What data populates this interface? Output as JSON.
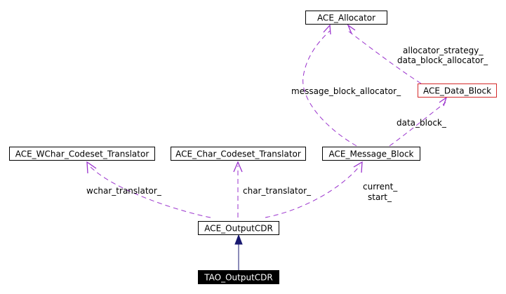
{
  "nodes": {
    "ace_allocator": "ACE_Allocator",
    "ace_data_block": "ACE_Data_Block",
    "ace_wchar_codeset_translator": "ACE_WChar_Codeset_Translator",
    "ace_char_codeset_translator": "ACE_Char_Codeset_Translator",
    "ace_message_block": "ACE_Message_Block",
    "ace_outputcdr": "ACE_OutputCDR",
    "tao_outputcdr": "TAO_OutputCDR"
  },
  "edge_labels": {
    "allocator_strategy": "allocator_strategy_",
    "data_block_allocator": "data_block_allocator_",
    "message_block_allocator": "message_block_allocator_",
    "data_block": "data_block_",
    "wchar_translator": "wchar_translator_",
    "char_translator": "char_translator_",
    "current": "current_",
    "start": "start_"
  },
  "colors": {
    "association_edge": "#9a32cd",
    "inheritance_edge": "#191970",
    "highlight_border": "#d42a2a",
    "current_node_fill": "#000000"
  }
}
